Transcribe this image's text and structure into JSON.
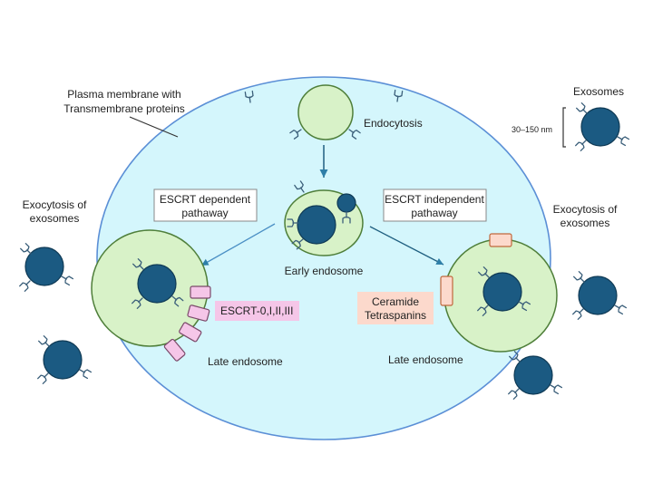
{
  "diagram": {
    "title_label": "Plasma membrane with",
    "title_label_line2": "Transmembrane proteins",
    "endocytosis_label": "Endocytosis",
    "early_endosome_label": "Early endosome",
    "escrt_dependent": {
      "line1": "ESCRT dependent",
      "line2": "pathaway"
    },
    "escrt_independent": {
      "line1": "ESCRT independent",
      "line2": "pathaway"
    },
    "escrt_proteins_label": "ESCRT-0,I,II,III",
    "ceramide_label": {
      "line1": "Ceramide",
      "line2": "Tetraspanins"
    },
    "late_endosome_left_label": "Late endosome",
    "late_endosome_right_label": "Late endosome",
    "exocytosis_left": {
      "line1": "Exocytosis of",
      "line2": "exosomes"
    },
    "exocytosis_right": {
      "line1": "Exocytosis of",
      "line2": "exosomes"
    },
    "legend": {
      "title": "Exosomes",
      "size_label": "30–150 nm"
    }
  },
  "colors": {
    "cell_fill": "#d4f6fc",
    "cell_stroke": "#5b8fd6",
    "endosome_fill": "#d8f2c8",
    "endosome_stroke": "#4f7f3a",
    "exosome_fill": "#1b5a82",
    "exosome_stroke": "#0f3a55",
    "escrt_fill": "#f5c6e8",
    "escrt_stroke": "#7a4a6a",
    "ceramide_fill": "#fcd9cc",
    "ceramide_stroke": "#c0683c",
    "arrow": "#2e7fa8"
  }
}
